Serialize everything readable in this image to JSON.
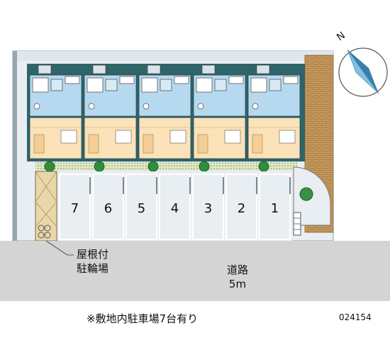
{
  "compass": {
    "north_label": "N"
  },
  "parking": {
    "spaces": [
      "7",
      "6",
      "5",
      "4",
      "3",
      "2",
      "1"
    ]
  },
  "labels": {
    "bike_shed_line1": "屋根付",
    "bike_shed_line2": "駐輪場",
    "road_line1": "道路",
    "road_line2": "5m",
    "parking_note": "※敷地内駐車場7台有り",
    "property_code": "024154"
  },
  "colors": {
    "site_bg": "#e9eef2",
    "road": "#d4d4d4",
    "wet_area": "#b7d9ef",
    "room": "#fbe2b8",
    "building_frame": "#2f6468",
    "brick": "#c69a5f",
    "tree": "#2f8f3a",
    "compass": "#7fc1e0"
  }
}
